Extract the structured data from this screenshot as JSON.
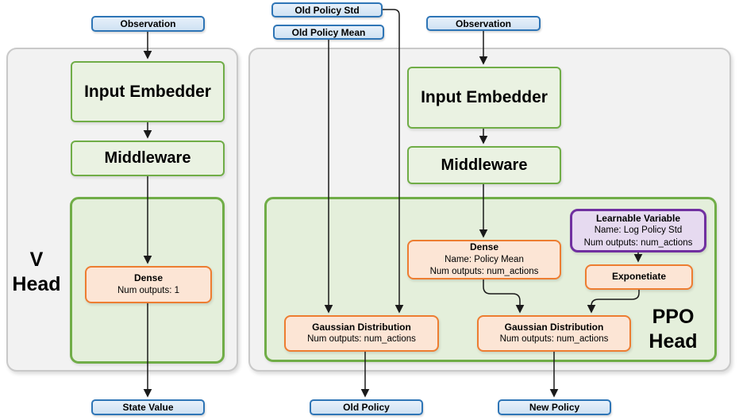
{
  "colors": {
    "blue_border": "#2E75B6",
    "blue_fill": "#DEEBF7",
    "green_border": "#70AD47",
    "green_node_fill": "#EAF2E2",
    "green_panel_fill": "#E4EFDB",
    "orange_border": "#ED7D31",
    "orange_fill": "#FCE5D5",
    "purple_border": "#7030A0",
    "purple_fill": "#E6DAF0",
    "panel_fill": "#F2F2F2",
    "panel_border": "#C9C9C9",
    "arrow": "#1A1A1A"
  },
  "v_head": {
    "title_line1": "V",
    "title_line2": "Head",
    "observation_label": "Observation",
    "input_embedder_label": "Input Embedder",
    "middleware_label": "Middleware",
    "dense": {
      "title": "Dense",
      "num_outputs": "Num outputs: 1"
    },
    "state_value_label": "State Value"
  },
  "ppo_head": {
    "title_line1": "PPO",
    "title_line2": "Head",
    "old_policy_std_label": "Old Policy Std",
    "old_policy_mean_label": "Old Policy Mean",
    "observation_label": "Observation",
    "input_embedder_label": "Input Embedder",
    "middleware_label": "Middleware",
    "dense": {
      "title": "Dense",
      "name": "Name: Policy Mean",
      "num_outputs": "Num outputs: num_actions"
    },
    "learnable_variable": {
      "title": "Learnable Variable",
      "name": "Name: Log Policy Std",
      "num_outputs": "Num outputs: num_actions"
    },
    "exponetiate_label": "Exponetiate",
    "gaussian_old": {
      "title": "Gaussian Distribution",
      "num_outputs": "Num outputs: num_actions"
    },
    "gaussian_new": {
      "title": "Gaussian Distribution",
      "num_outputs": "Num outputs: num_actions"
    },
    "old_policy_label": "Old Policy",
    "new_policy_label": "New Policy"
  }
}
